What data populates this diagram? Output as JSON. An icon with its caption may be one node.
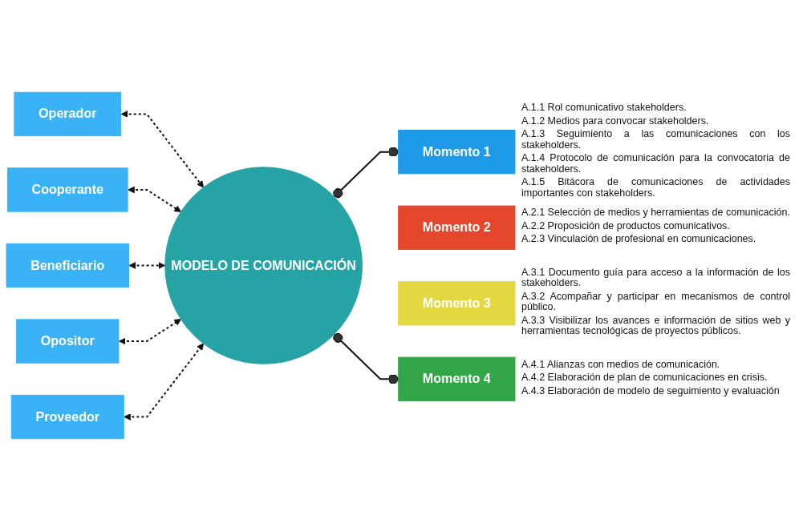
{
  "diagram": {
    "nodes": [
      {
        "text": [
          "Operador"
        ]
      },
      {
        "text": [
          "Cooperante"
        ]
      },
      {
        "text": [
          "Beneficiario"
        ]
      },
      {
        "text": [
          "Opositor"
        ]
      },
      {
        "text": [
          "Proveedor"
        ]
      },
      {
        "text": [
          "MODELO DE COMUNICACIÓN"
        ]
      },
      {
        "text": [
          "Momento 1"
        ],
        "beside": [
          "A.1.1 Rol comunicativo stakeholders.",
          "A.1.2 Medios para convocar stakeholders.",
          "A.1.3 Seguimiento a las comunicaciones con los stakeholders.",
          "A.1.4 Protocolo de comunicación para la convocatoria de stakeholders.",
          "A.1.5 Bitácora de comunicaciones de actividades importantes con stakeholders."
        ]
      },
      {
        "text": [
          "Momento 2"
        ],
        "beside": [
          "A.2.1 Selección de medios y herramientas de comunicación.",
          "A.2.2 Proposición de productos comunicativos.",
          "A.2.3 Vinculación de profesional en comunicaciones."
        ]
      },
      {
        "text": [
          "Momento 3"
        ],
        "beside": [
          "A.3.1 Documento guía para acceso a la información de los stakeholders.",
          "A.3.2 Acompañar y participar en mecanismos de control público.",
          "A.3.3 Visibilizar los avances e información de sitios web y herramientas tecnológicas de proyectos públicos."
        ]
      },
      {
        "text": [
          "Momento 4"
        ],
        "beside": [
          "A.4.1 Alianzas con medios de comunicación.",
          "A.4.2 Elaboración de plan de comunicaciones en crisis.",
          "A.4.3 Elaboración de modelo de seguimiento y evaluación"
        ]
      }
    ],
    "edges": [
      {
        "from": 0,
        "to": 5,
        "arrow": "both",
        "style": "dashed"
      },
      {
        "from": 1,
        "to": 5,
        "arrow": "both",
        "style": "dashed"
      },
      {
        "from": 2,
        "to": 5,
        "arrow": "both",
        "style": "dashed"
      },
      {
        "from": 3,
        "to": 5,
        "arrow": "both",
        "style": "dashed"
      },
      {
        "from": 4,
        "to": 5,
        "arrow": "both",
        "style": "dashed"
      },
      {
        "from": 5,
        "to": 6,
        "arrow": "other"
      },
      {
        "from": 5,
        "to": 9,
        "arrow": "other"
      }
    ]
  }
}
